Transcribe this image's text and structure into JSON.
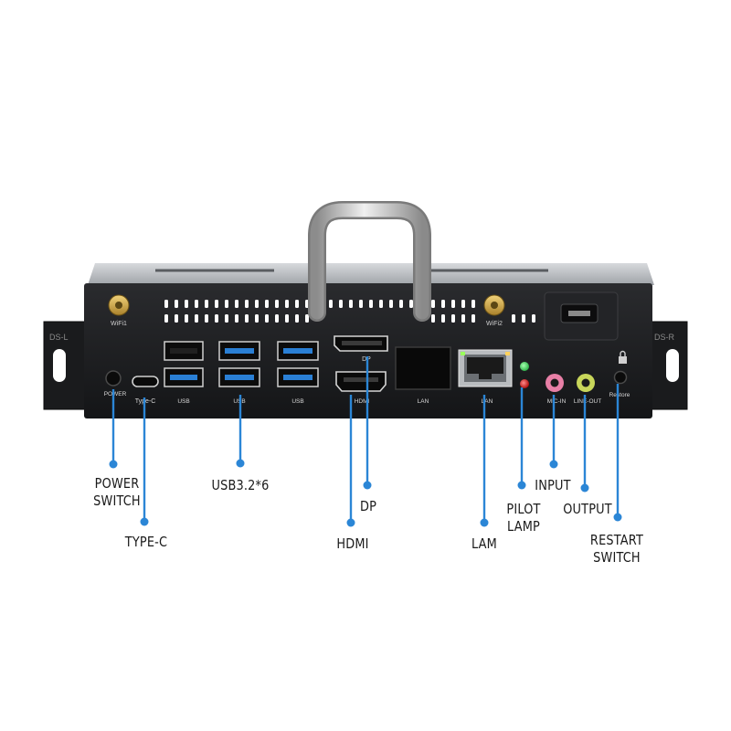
{
  "device": {
    "port_labels": {
      "wifi1": "WiFi1",
      "wifi2": "WiFi2",
      "power": "POWER",
      "type_c": "Type-C",
      "usb_1": "USB",
      "usb_2": "USB",
      "usb_3": "USB",
      "dp": "DP",
      "hdmi": "HDMI",
      "lan_1": "LAN",
      "lan_2": "LAN",
      "mic_in": "MIC-IN",
      "line_out": "LINE-OUT",
      "restore": "Restore"
    },
    "colors": {
      "chassis": "#1c1d1f",
      "usb3_blue": "#2a7fd4",
      "callout_blue": "#2b86d6",
      "mic_pink": "#e87fa6",
      "line_green": "#c8d65a",
      "led_green": "#2fb54a",
      "led_red": "#d11f1f",
      "handle_steel": "#c9c9c9"
    }
  },
  "callouts": {
    "power_switch": [
      "POWER",
      "SWITCH"
    ],
    "type_c": [
      "TYPE-C"
    ],
    "usb": [
      "USB3.2*6"
    ],
    "dp": [
      "DP"
    ],
    "hdmi": [
      "HDMI"
    ],
    "lam": [
      "LAM"
    ],
    "pilot_lamp": [
      "PILOT",
      "LAMP"
    ],
    "input": [
      "INPUT"
    ],
    "output": [
      "OUTPUT"
    ],
    "restart_switch": [
      "RESTART",
      "SWITCH"
    ]
  }
}
